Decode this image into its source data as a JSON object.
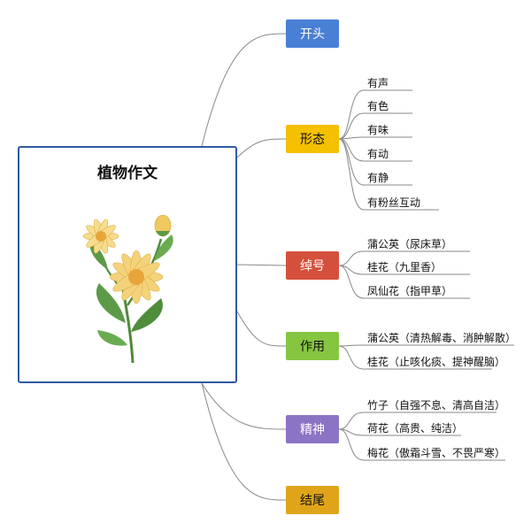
{
  "root": {
    "title": "植物作文"
  },
  "branches": [
    {
      "label": "开头",
      "color": "#4a7fd6",
      "text_color": "#ffffff",
      "children": []
    },
    {
      "label": "形态",
      "color": "#f5c000",
      "text_color": "#111111",
      "children": [
        "有声",
        "有色",
        "有味",
        "有动",
        "有静",
        "有粉丝互动"
      ]
    },
    {
      "label": "绰号",
      "color": "#d4503c",
      "text_color": "#ffffff",
      "children": [
        "蒲公英（尿床草）",
        "桂花（九里香）",
        "凤仙花（指甲草）"
      ]
    },
    {
      "label": "作用",
      "color": "#86c540",
      "text_color": "#111111",
      "children": [
        "蒲公英（清热解毒、消肿解散）",
        "桂花（止咳化痰、提神醒脑）"
      ]
    },
    {
      "label": "精神",
      "color": "#8c74c4",
      "text_color": "#ffffff",
      "children": [
        "竹子（自强不息、清高自洁）",
        "荷花（高贵、纯洁）",
        "梅花（傲霜斗雪、不畏严寒）"
      ]
    },
    {
      "label": "结尾",
      "color": "#e0a41a",
      "text_color": "#111111",
      "children": []
    }
  ]
}
